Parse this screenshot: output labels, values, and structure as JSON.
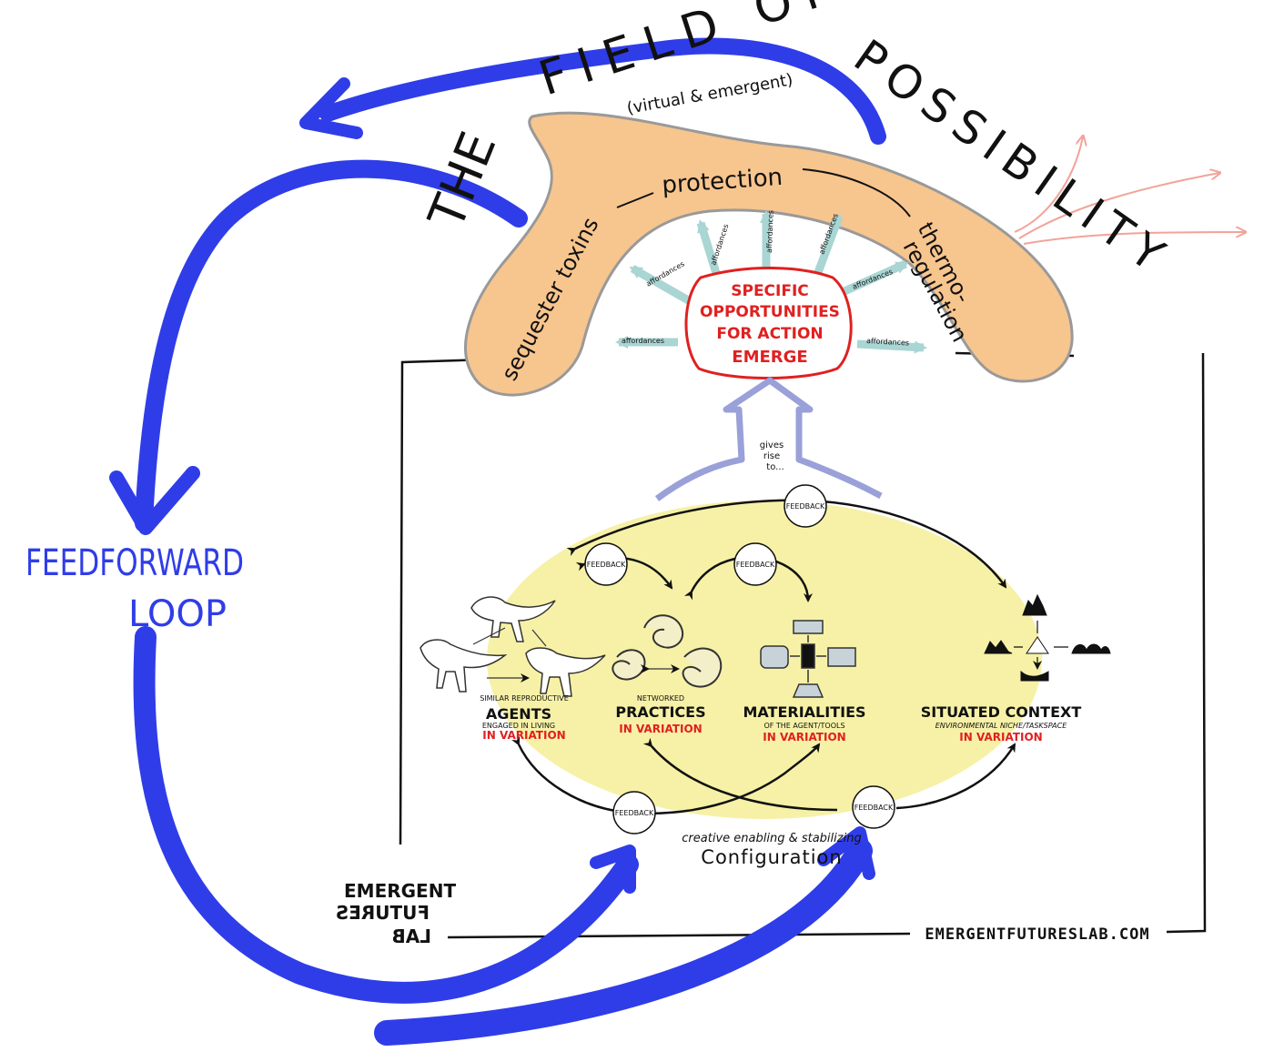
{
  "title": {
    "the": "THE",
    "field_of": "FIELD OF",
    "possibility": "POSSIBILITY",
    "subtitle": "(virtual & emergent)"
  },
  "field_labels": {
    "sequester": "sequester toxins",
    "protection": "protection",
    "thermo": "thermo-",
    "regulation": "regulation"
  },
  "affordance_label": "affordances",
  "emerge_box": {
    "line1": "SPECIFIC",
    "line2": "OPPORTUNITIES",
    "line3": "FOR ACTION",
    "line4": "EMERGE"
  },
  "gives_rise": {
    "line1": "gives",
    "line2": "rise",
    "line3": "to..."
  },
  "feedback_label": "FEEDBACK",
  "feedforward": {
    "line1": "FEEDFORWARD",
    "line2": "LOOP"
  },
  "columns": {
    "agents": {
      "pre": "SIMILAR REPRODUCTIVE",
      "title": "AGENTS",
      "sub": "ENGAGED IN LIVING",
      "variation": "IN VARIATION"
    },
    "practices": {
      "pre": "NETWORKED",
      "title": "PRACTICES",
      "variation": "IN VARIATION"
    },
    "materialities": {
      "title": "MATERIALITIES",
      "sub": "OF THE AGENT/TOOLS",
      "variation": "IN VARIATION"
    },
    "context": {
      "title": "SITUATED CONTEXT",
      "sub": "ENVIRONMENTAL NICHE/TASKSPACE",
      "variation": "IN VARIATION"
    }
  },
  "configuration": {
    "line1": "creative  enabling & stabilizing",
    "line2": "Configuration"
  },
  "logo": {
    "line1": "EMERGENT",
    "line2": "FUTURES",
    "line3": "LAB"
  },
  "url": "EMERGENTFUTURESLAB.COM",
  "colors": {
    "blue": "#2f3de8",
    "field_fill": "#f7c58e",
    "yellow": "#f6f1a6",
    "red": "#e02020",
    "teal": "#a9d5d3",
    "pink": "#f2a39a",
    "lavender": "#9aa0d8"
  }
}
